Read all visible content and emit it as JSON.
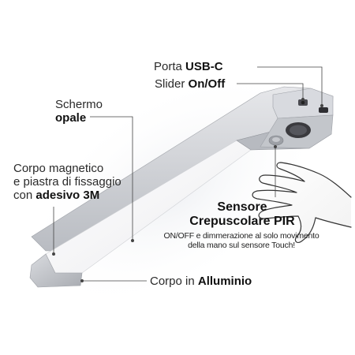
{
  "labels": {
    "porta": {
      "prefix": "Porta ",
      "bold": "USB-C"
    },
    "slider": {
      "prefix": "Slider ",
      "bold": "On/Off"
    },
    "schermo": {
      "line1": "Schermo",
      "bold": "opale"
    },
    "corpo_magnetico": {
      "line1": "Corpo magnetico",
      "line2": "e piastra di fissaggio",
      "prefix3": "con ",
      "bold3": "adesivo 3M"
    },
    "sensore": {
      "line1": "Sensore",
      "line2": "Crepuscolare PIR",
      "desc1": "ON/OFF e dimmerazione al solo movimento",
      "desc2": "della mano sul sensore Touch!"
    },
    "corpo_alluminio": {
      "prefix": "Corpo in ",
      "bold": "Alluminio"
    }
  },
  "colors": {
    "body_aluminium": "#c9cbcf",
    "diffuser": "#f4f4f6",
    "leader_line": "#444444",
    "sensor_dark": "#3a3a3e"
  }
}
